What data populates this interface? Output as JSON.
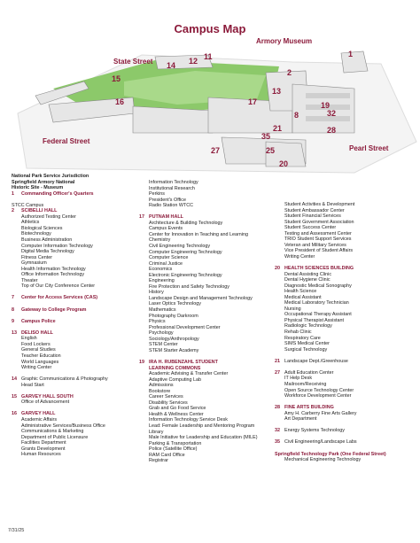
{
  "title": "Campus Map",
  "map_labels": {
    "armory_museum": "Armory Museum",
    "state_street": "State Street",
    "federal_street": "Federal Street",
    "pearl_street": "Pearl Street",
    "numbers": [
      "1",
      "2",
      "14",
      "12",
      "11",
      "15",
      "16",
      "17",
      "13",
      "19",
      "32",
      "28",
      "21",
      "35",
      "8",
      "27",
      "25",
      "20"
    ]
  },
  "left_column": {
    "nps_header": [
      "National Park Service Jurisdiction",
      "Springfield Armory National",
      "Historic Site - Museum"
    ],
    "b1": {
      "num": "1",
      "name": "Commanding Officer's Quarters"
    },
    "stcc": "STCC Campus",
    "b2": {
      "num": "2",
      "name": "SCIBELLI HALL",
      "items": [
        "Authorized Testing Center",
        "Athletics",
        "Biological Sciences",
        "Biotechnology",
        "Business Administration",
        "Computer Information Technology",
        "Digital Media Technology",
        "Fitness Center",
        "Gymnasium",
        "Health Information Technology",
        "Office Information Technology",
        "Theater",
        "Top of Our City Conference Center"
      ]
    },
    "b7": {
      "num": "7",
      "name": "Center for Access Services (CAS)"
    },
    "b8": {
      "num": "8",
      "name": "Gateway to College Program"
    },
    "b9": {
      "num": "9",
      "name": "Campus Police"
    },
    "b13": {
      "num": "13",
      "name": "DELISO HALL",
      "items": [
        "English",
        "Food Lockers",
        "General Studies",
        "Teacher Education",
        "World Languages",
        "Writing Center"
      ]
    },
    "b14": {
      "num": "14",
      "items": [
        "Graphic Communications & Photography",
        "Head Start"
      ]
    },
    "b15": {
      "num": "15",
      "name": "GARVEY HALL SOUTH",
      "items": [
        "Office of Advancement"
      ]
    },
    "b16": {
      "num": "16",
      "name": "GARVEY HALL",
      "items": [
        "Academic Affairs",
        "Administrative Services/Business Office",
        "Communications & Marketing",
        "Department of Public Licensure",
        "Facilities Department",
        "Grants Development",
        "Human Resources"
      ]
    }
  },
  "mid_column": {
    "top_items": [
      "Information Technology",
      "Institutional Research",
      "Perkins",
      "President's Office",
      "Radio Station WTCC"
    ],
    "b17": {
      "num": "17",
      "name": "PUTNAM HALL",
      "items": [
        "Architecture & Building Technology",
        "Campus Events",
        "Center for Innovation in Teaching and Learning",
        "Chemistry",
        "Civil Engineering Technology",
        "Computer Engineering Technology",
        "Computer Science",
        "Criminal Justice",
        "Economics",
        "Electronic Engineering Technology",
        "Engineering",
        "Fire Protection and Safety Technology",
        "History",
        "Landscape Design and Management Technology",
        "Laser Optics Technology",
        "Mathematics",
        "Photography Darkroom",
        "Physics",
        "Professional Development Center",
        "Psychology",
        "Sociology/Anthropology",
        "STEM Center",
        "STEM Starter Academy"
      ]
    },
    "b19": {
      "num": "19",
      "name_lines": [
        "IRA H. RUBENZAHL STUDENT",
        "LEARNING COMMONS"
      ],
      "items": [
        "Academic Advising & Transfer Center",
        "Adaptive Computing Lab",
        "Admissions",
        "Bookstore",
        "Career Services",
        "Disability Services",
        "Grab and Go Food Service",
        "Health & Wellness Center",
        "Information Technology Service Desk",
        "Lead: Female Leadership and Mentoring Program",
        "Library",
        "Male Initiative for Leadership and Education (MILE)",
        "Parking & Transportation",
        "Police (Satellite Office)",
        "RAM Card Office",
        "Registrar"
      ]
    }
  },
  "right_column": {
    "top_items": [
      "Student Activities & Development",
      "Student Ambassador Center",
      "Student Financial Services",
      "Student Government Association",
      "Student Success Center",
      "Testing and Assessment Center",
      "TRIO Student Support Services",
      "Veteran and Military Services",
      "Vice President of Student Affairs",
      "Writing Center"
    ],
    "b20": {
      "num": "20",
      "name": "HEALTH SCIENCES BUILDING",
      "items": [
        "Dental Assisting Clinic",
        "Dental Hygiene Clinic",
        "Diagnostic Medical Sonography",
        "Health Science",
        "Medical Assistant",
        "Medical Laboratory Technician",
        "Nursing",
        "Occupational Therapy Assistant",
        "Physical Therapist Assistant",
        "Radiologic Technology",
        "Rehab Clinic",
        "Respiratory Care",
        "SIMS Medical Center",
        "Surgical Technology"
      ]
    },
    "b21": {
      "num": "21",
      "items": [
        "Landscape Dept./Greenhouse"
      ]
    },
    "b27": {
      "num": "27",
      "items": [
        "Adult Education Center",
        "IT Help Desk",
        "Mailroom/Receiving",
        "Open Source Technology Center",
        "Workforce Development Center"
      ]
    },
    "b28": {
      "num": "28",
      "name": "FINE ARTS BUILDING",
      "items": [
        "Amy H. Carberry Fine Arts Gallery",
        "Art Department"
      ]
    },
    "b32": {
      "num": "32",
      "items": [
        "Energy Systems Technology"
      ]
    },
    "b35": {
      "num": "35",
      "items": [
        "Civil Engineering/Landscape Labs"
      ]
    },
    "park": {
      "name": "Springfield Technology Park (One Federal Street)",
      "items": [
        "Mechanical Engineering Technology"
      ]
    }
  },
  "footer_date": "7/31/25"
}
